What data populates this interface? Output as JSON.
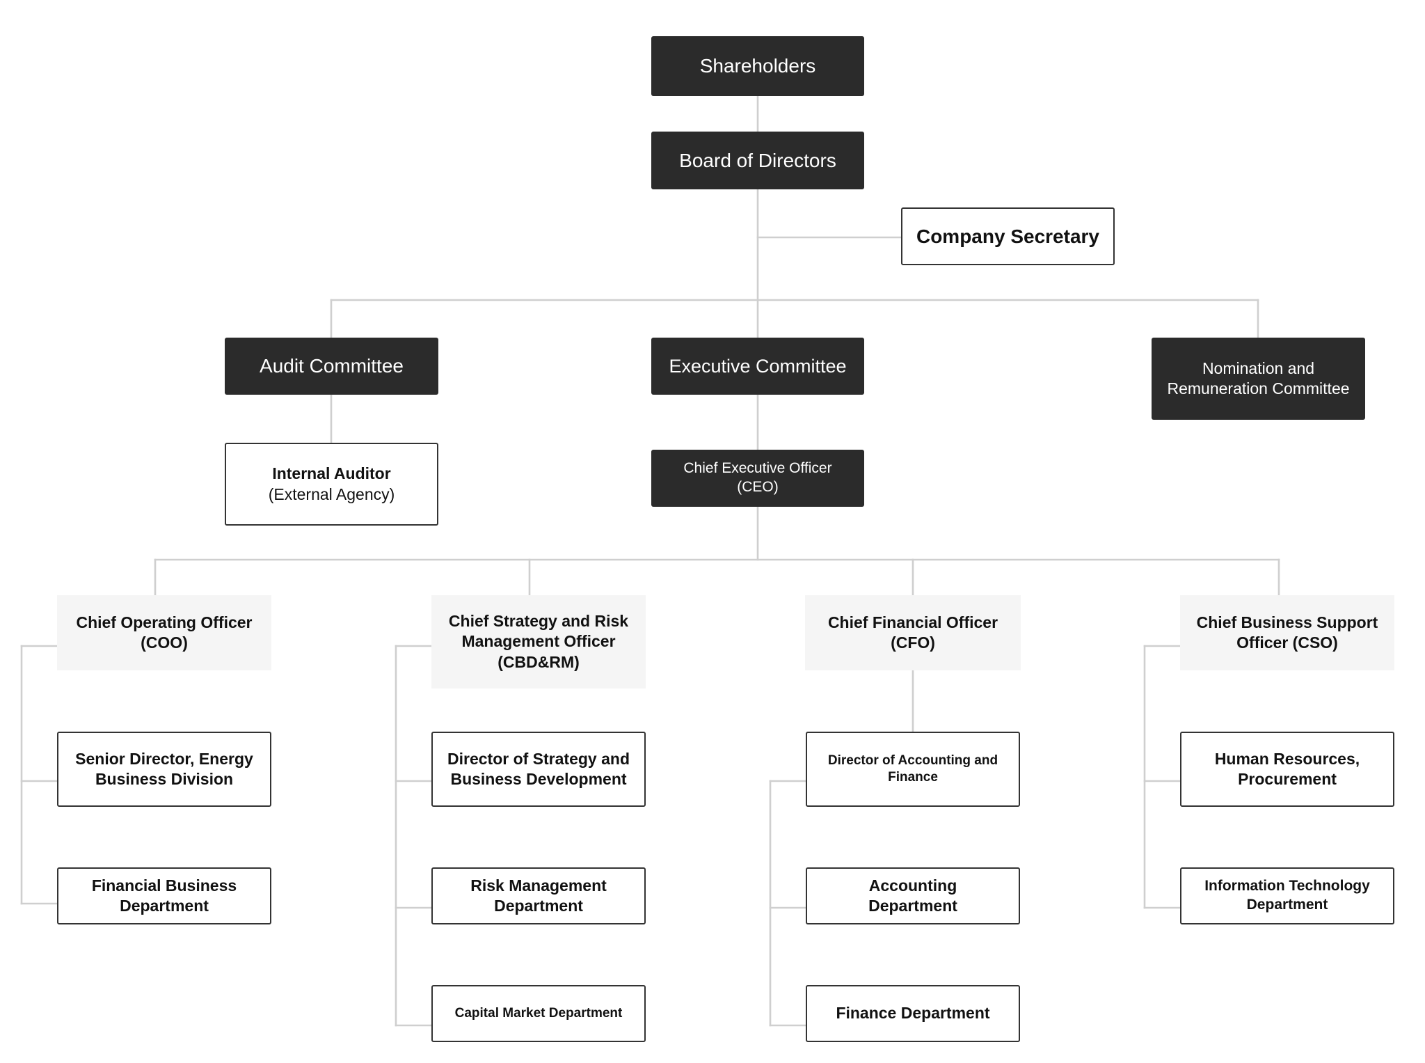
{
  "org_chart": {
    "shareholders": {
      "label": "Shareholders"
    },
    "board": {
      "label": "Board of Directors"
    },
    "company_secretary": {
      "label": "Company Secretary"
    },
    "audit_committee": {
      "label": "Audit Committee"
    },
    "executive_committee": {
      "label": "Executive Committee"
    },
    "nomination_committee": {
      "line1": "Nomination and",
      "line2": "Remuneration Committee"
    },
    "internal_auditor": {
      "line1": "Internal Auditor",
      "line2": "(External Agency)"
    },
    "ceo": {
      "line1": "Chief Executive Officer",
      "line2": "(CEO)"
    },
    "coo": {
      "line1": "Chief Operating Officer",
      "line2": "(COO)",
      "reports": [
        {
          "line1": "Senior Director, Energy",
          "line2": "Business Division"
        },
        {
          "line1": "Financial Business",
          "line2": "Department"
        }
      ]
    },
    "strategy_officer": {
      "line1": "Chief Strategy and Risk",
      "line2": "Management Officer",
      "line3": "(CBD&RM)",
      "reports": [
        {
          "line1": "Director of Strategy and",
          "line2": "Business Development"
        },
        {
          "line1": "Risk Management",
          "line2": "Department"
        },
        {
          "line1": "Capital Market Department"
        }
      ]
    },
    "cfo": {
      "line1": "Chief Financial Officer",
      "line2": "(CFO)",
      "reports": [
        {
          "line1": "Director of Accounting and",
          "line2": "Finance"
        },
        {
          "line1": "Accounting",
          "line2": "Department"
        },
        {
          "line1": "Finance Department"
        }
      ]
    },
    "cso": {
      "line1": "Chief Business Support",
      "line2": "Officer (CSO)",
      "reports": [
        {
          "line1": "Human Resources,",
          "line2": "Procurement"
        },
        {
          "line1": "Information Technology",
          "line2": "Department"
        }
      ]
    }
  },
  "colors": {
    "dark_box": "#2b2b2b",
    "light_box": "#f5f5f5",
    "outline": "#333333",
    "connector": "#cfcfcf"
  }
}
